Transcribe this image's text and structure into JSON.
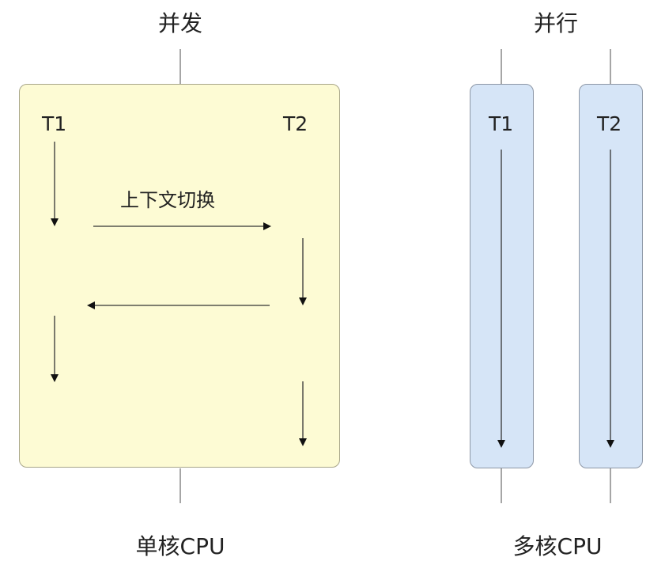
{
  "concurrency": {
    "title": "并发",
    "thread_labels": [
      "T1",
      "T2"
    ],
    "switch_label": "上下文切换",
    "cpu_label": "单核CPU",
    "box_color": "#fdfbd4"
  },
  "parallelism": {
    "title": "并行",
    "thread_labels": [
      "T1",
      "T2"
    ],
    "cpu_label": "多核CPU",
    "box_color": "#d6e5f7"
  }
}
